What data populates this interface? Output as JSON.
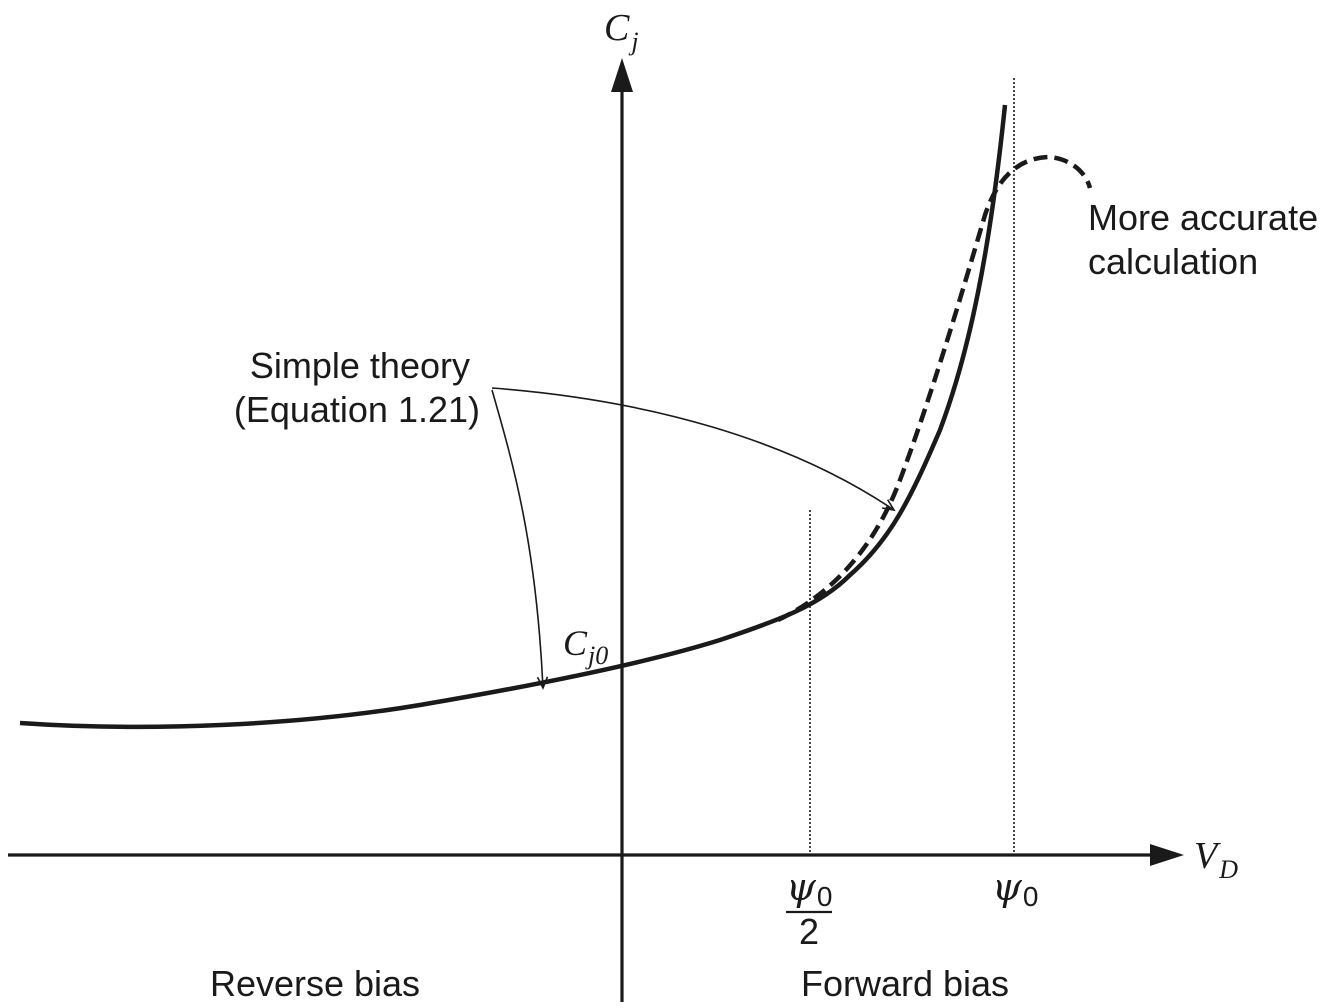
{
  "axes": {
    "y_label": "C",
    "y_label_sub": "j",
    "x_label": "V",
    "x_label_sub": "D"
  },
  "curves": {
    "simple_theory_label_line1": "Simple theory",
    "simple_theory_label_line2": "(Equation 1.21)",
    "accurate_label_line1": "More accurate",
    "accurate_label_line2": "calculation"
  },
  "markers": {
    "cj0_main": "C",
    "cj0_sub": "j0",
    "psi_half_num": "ψ",
    "psi_half_num_sub": "0",
    "psi_half_den": "2",
    "psi0": "ψ",
    "psi0_sub": "0"
  },
  "regions": {
    "reverse": "Reverse bias",
    "forward": "Forward bias"
  },
  "colors": {
    "ink": "#1a1a1a",
    "background": "#ffffff"
  }
}
